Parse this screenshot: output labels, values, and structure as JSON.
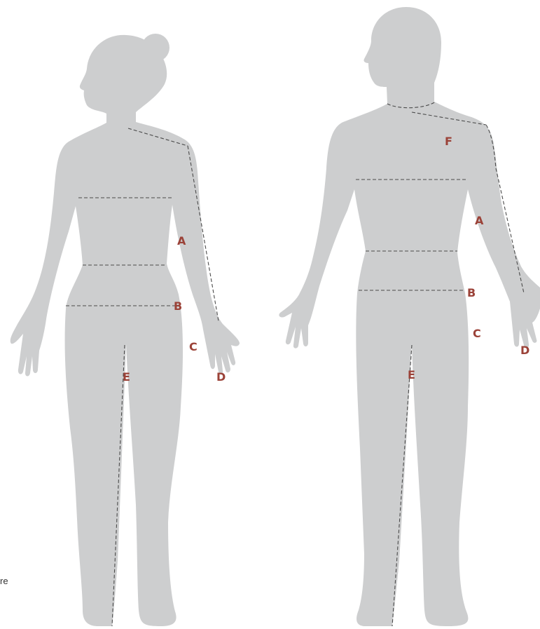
{
  "labels": {
    "female": {
      "a": "A",
      "b": "B",
      "c": "C",
      "d": "D",
      "e": "E"
    },
    "male": {
      "a": "A",
      "b": "B",
      "c": "C",
      "d": "D",
      "e": "E",
      "f": "F"
    }
  },
  "cropped_text": "re",
  "colors": {
    "silhouette": "#cdcecf",
    "label": "#9b4238",
    "dashed_line": "#4a4a4a"
  }
}
